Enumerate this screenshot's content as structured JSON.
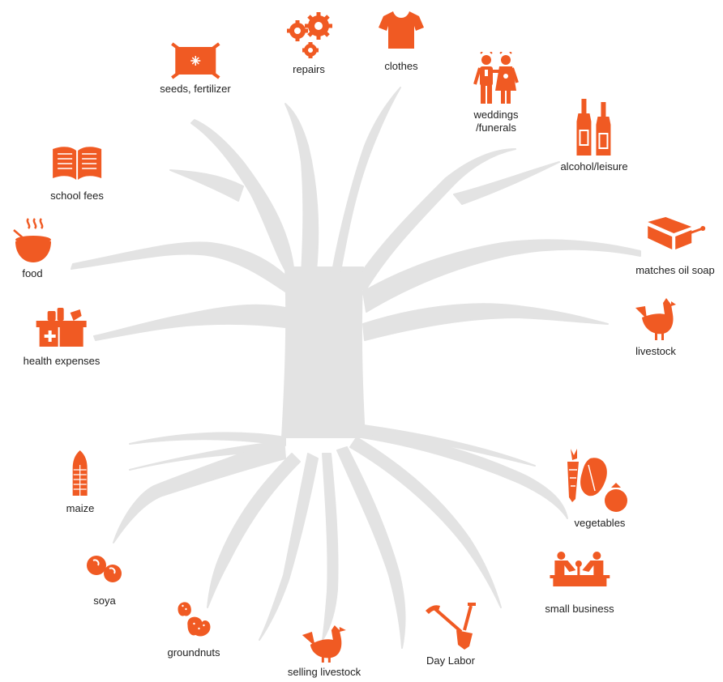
{
  "colors": {
    "accent": "#f05a23",
    "tree": "#e3e3e3",
    "text": "#222222"
  },
  "expenses": [
    {
      "id": "repairs",
      "label": "repairs",
      "icon": "gears-icon"
    },
    {
      "id": "clothes",
      "label": "clothes",
      "icon": "tshirt-icon"
    },
    {
      "id": "seeds",
      "label": "seeds, fertilizer",
      "icon": "seed-bag-icon"
    },
    {
      "id": "weddings",
      "label": "weddings\n/funerals",
      "icon": "couple-icon"
    },
    {
      "id": "alcohol",
      "label": "alcohol/leisure",
      "icon": "bottles-icon"
    },
    {
      "id": "school",
      "label": "school fees",
      "icon": "book-icon"
    },
    {
      "id": "food",
      "label": "food",
      "icon": "food-bowl-icon"
    },
    {
      "id": "matches",
      "label": "matches oil soap",
      "icon": "matchbox-icon"
    },
    {
      "id": "health",
      "label": "health expenses",
      "icon": "medicine-box-icon"
    },
    {
      "id": "livestock",
      "label": "livestock",
      "icon": "chicken-icon"
    }
  ],
  "income": [
    {
      "id": "maize",
      "label": "maize",
      "icon": "maize-icon"
    },
    {
      "id": "vegetables",
      "label": "vegetables",
      "icon": "vegetables-icon"
    },
    {
      "id": "soya",
      "label": "soya",
      "icon": "soya-icon"
    },
    {
      "id": "small-business",
      "label": "small business",
      "icon": "market-stall-icon"
    },
    {
      "id": "groundnuts",
      "label": "groundnuts",
      "icon": "groundnut-icon"
    },
    {
      "id": "selling-livestock",
      "label": "selling livestock",
      "icon": "chicken-icon"
    },
    {
      "id": "day-labor",
      "label": "Day Labor",
      "icon": "shovel-icon"
    }
  ]
}
